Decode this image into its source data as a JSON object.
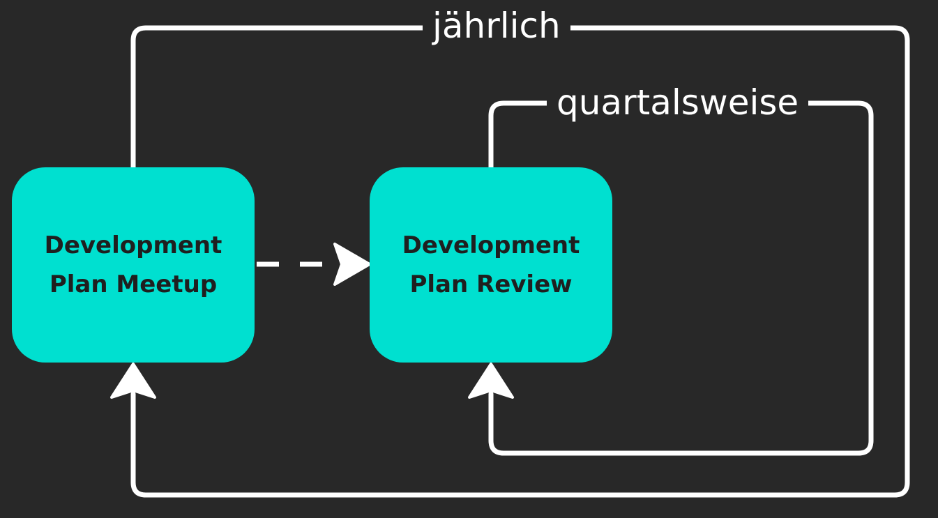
{
  "colors": {
    "background": "#282828",
    "node_fill": "#00E0D0",
    "node_text": "#1F1F1F",
    "connector": "#FFFFFF"
  },
  "nodes": {
    "meetup": {
      "label": "Development\nPlan Meetup"
    },
    "review": {
      "label": "Development\nPlan Review"
    }
  },
  "loops": {
    "yearly": {
      "label": "jährlich"
    },
    "quarterly": {
      "label": "quartalsweise"
    }
  }
}
